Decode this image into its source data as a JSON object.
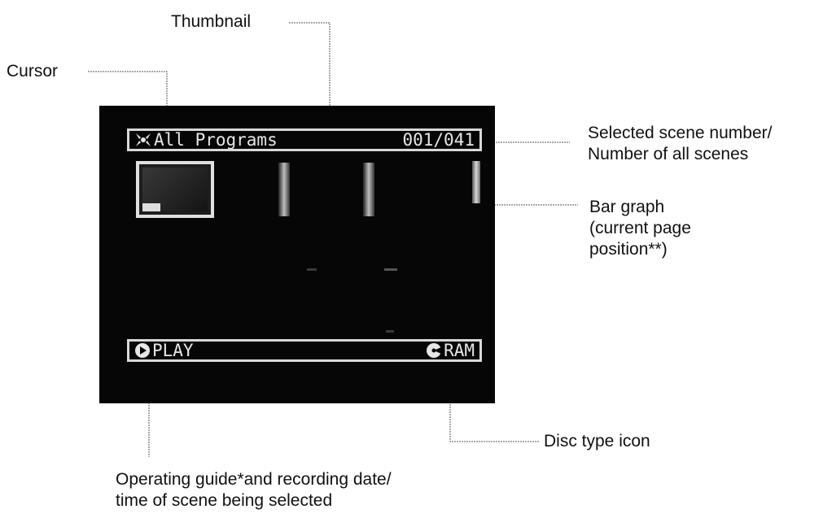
{
  "callouts": {
    "thumbnail": "Thumbnail",
    "cursor": "Cursor",
    "scene_number_line1": "Selected scene number/",
    "scene_number_line2": "Number of all scenes",
    "bar_graph_line1": "Bar graph",
    "bar_graph_line2": "(current page",
    "bar_graph_line3": "position**)",
    "disc_type": "Disc type icon",
    "operating_guide_line1": "Operating guide*and recording date/",
    "operating_guide_line2": "time of scene being selected"
  },
  "screen": {
    "title": "All Programs",
    "scene_counter": "001/041",
    "play_label": "PLAY",
    "disc_label": "RAM"
  },
  "icons": {
    "programs": "programs-icon",
    "play": "play-icon",
    "disc": "disc-icon"
  }
}
